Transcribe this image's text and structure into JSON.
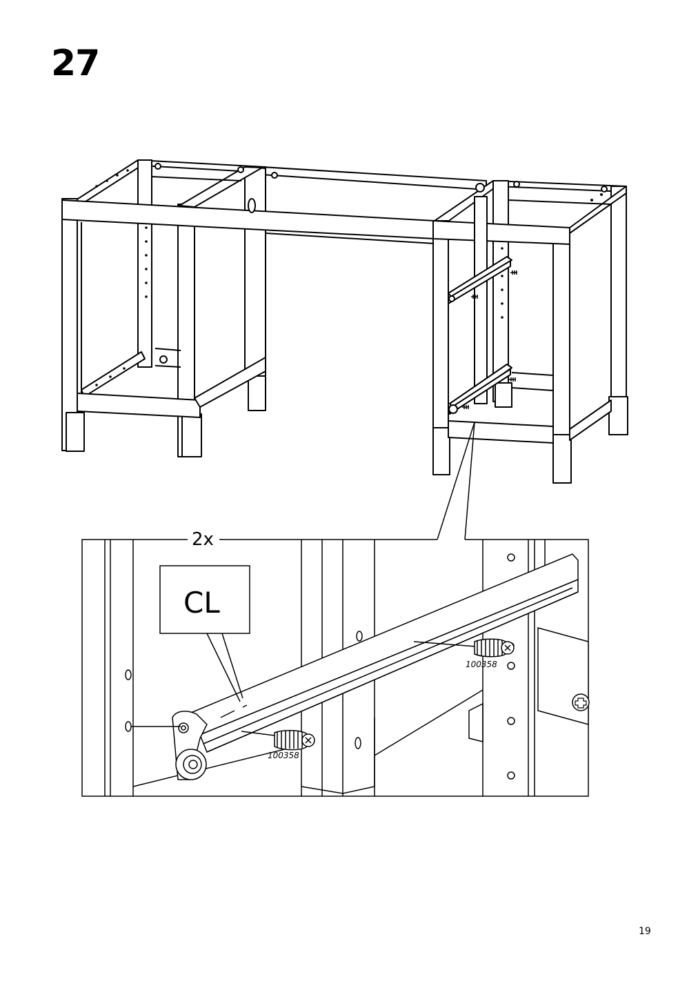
{
  "page": {
    "step_number": "27",
    "page_number": "19"
  },
  "detail": {
    "quantity": "2x",
    "rail_label": "CL",
    "screw_part_upper": "100358",
    "screw_part_lower": "100358"
  }
}
